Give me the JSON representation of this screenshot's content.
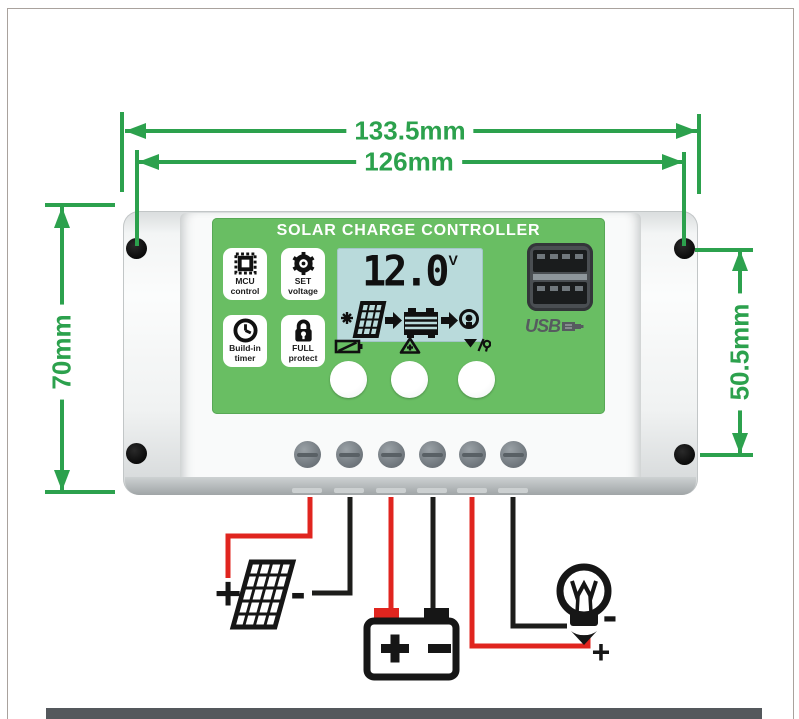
{
  "dimensions": {
    "outer_width": "133.5mm",
    "hole_spacing_width": "126mm",
    "outer_height": "70mm",
    "hole_spacing_height": "50.5mm",
    "annotation_color": "#2ca14d"
  },
  "device": {
    "title": "SOLAR CHARGE CONTROLLER",
    "panel_color": "#69be63",
    "features": [
      {
        "line1": "MCU",
        "line2": "control"
      },
      {
        "line1": "SET",
        "line2": "voltage"
      },
      {
        "line1": "Build-in",
        "line2": "timer"
      },
      {
        "line1": "FULL",
        "line2": "protect"
      }
    ],
    "lcd": {
      "voltage": "12.0",
      "unit": "V"
    },
    "usb_logo": "USB"
  },
  "wiring": {
    "solar_plus": "+",
    "solar_minus": "-",
    "battery_plus": "+",
    "battery_minus": "-",
    "load_minus": "-",
    "load_plus": "+"
  }
}
